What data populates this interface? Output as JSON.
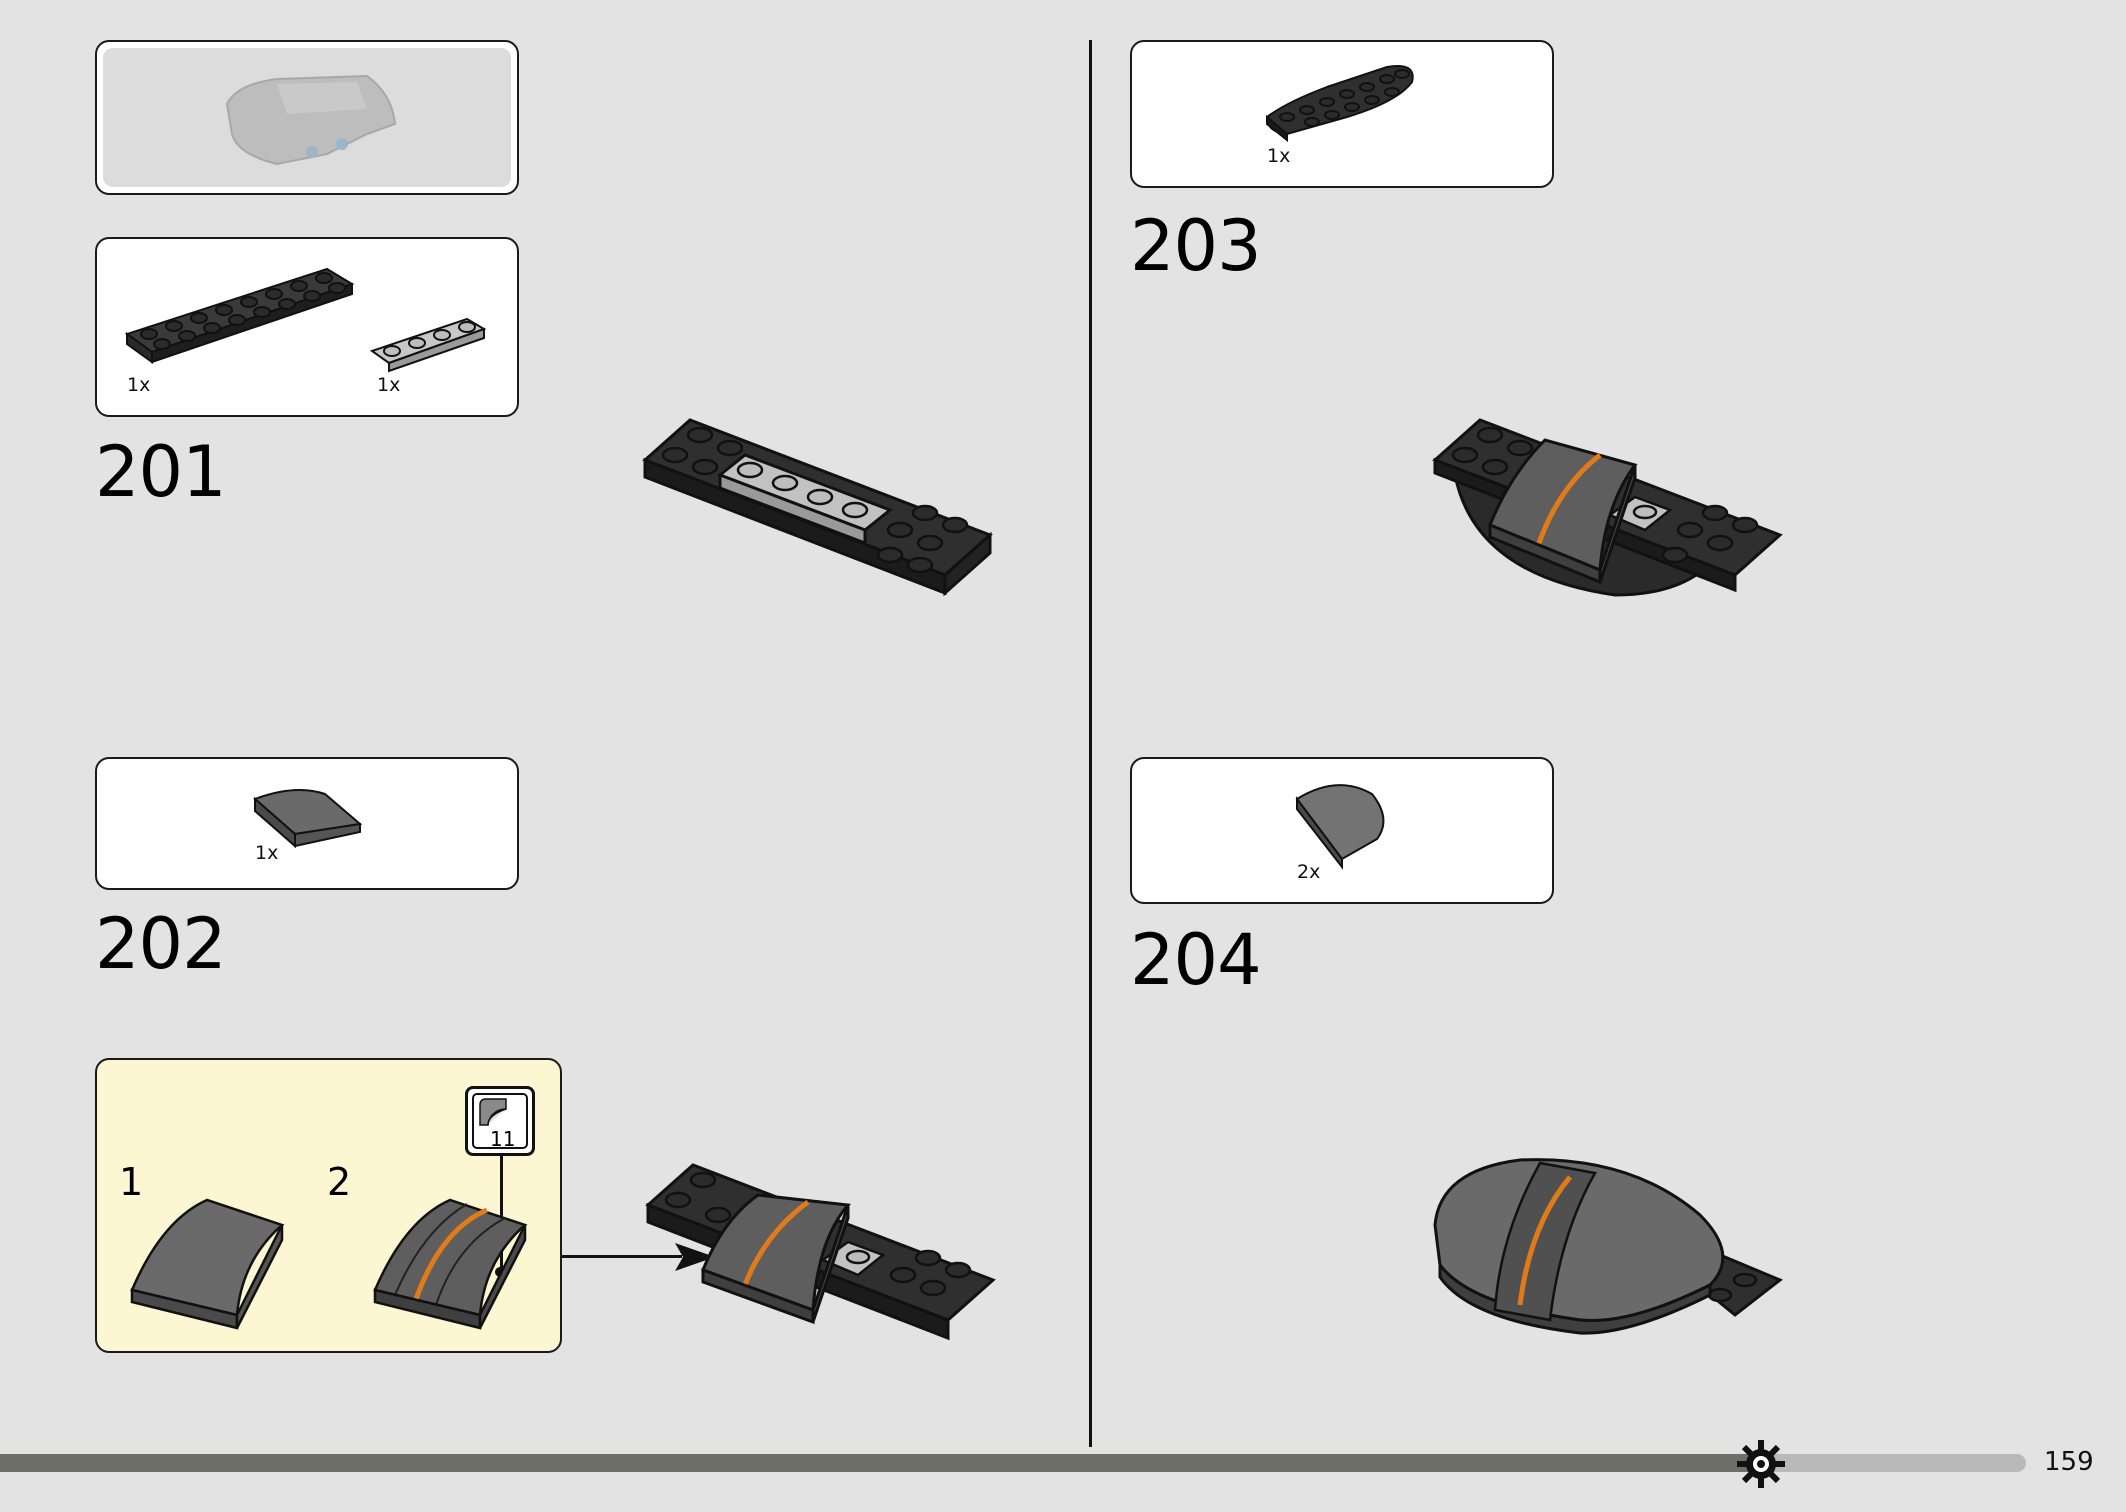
{
  "page": {
    "number": "159"
  },
  "steps": [
    {
      "number": "201",
      "parts": [
        {
          "qty": "1x"
        },
        {
          "qty": "1x"
        }
      ]
    },
    {
      "number": "202",
      "parts": [
        {
          "qty": "1x"
        }
      ],
      "subassembly": {
        "substeps": [
          "1",
          "2"
        ],
        "sticker": "11"
      }
    },
    {
      "number": "203",
      "parts": [
        {
          "qty": "1x"
        }
      ]
    },
    {
      "number": "204",
      "parts": [
        {
          "qty": "2x"
        }
      ]
    }
  ],
  "colors": {
    "background": "#e3e3e3",
    "subassembly_bg": "#fdf6d2",
    "accent_stripe": "#e07b1a",
    "black_part": "#2b2b2b",
    "grey_part": "#6b6b6b"
  }
}
